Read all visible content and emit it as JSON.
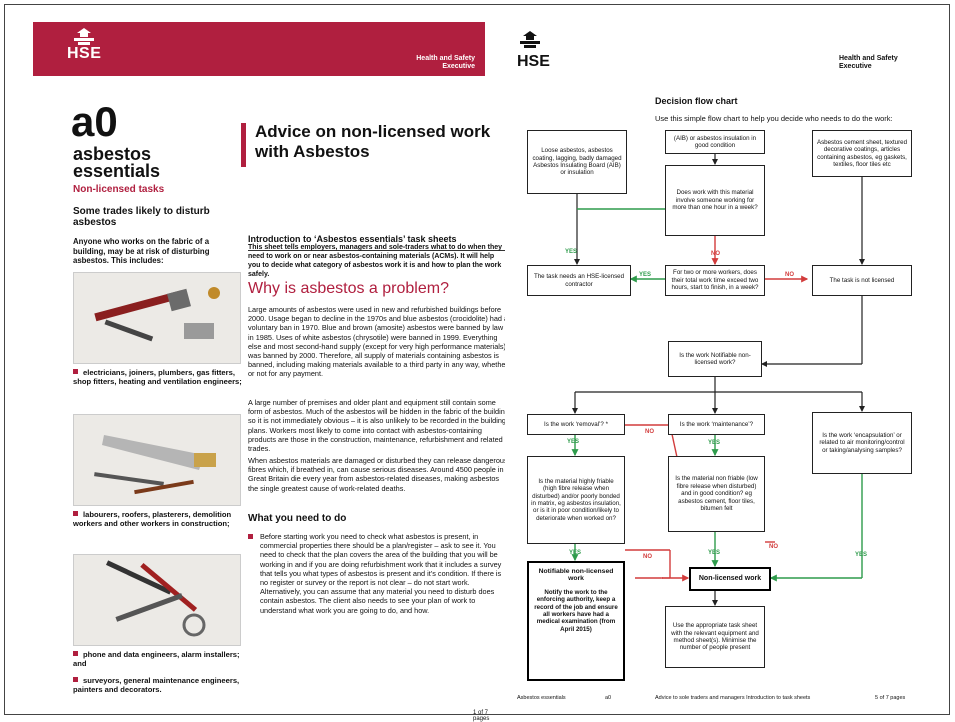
{
  "left": {
    "logo": "HSE",
    "org": "Health and Safety Executive",
    "code": "a0",
    "brand": [
      "asbestos",
      "essentials"
    ],
    "subtitle": "Non-licensed tasks",
    "trades_heading": "Some trades likely to disturb asbestos",
    "trades_intro": "Anyone who works on the fabric of a building, may be at risk of disturbing asbestos. This includes:",
    "captions": [
      "electricians, joiners, plumbers, gas fitters, shop fitters, heating and ventilation engineers;",
      "labourers, roofers, plasterers, demolition workers and other workers in construction;",
      "phone and data engineers, alarm installers; and",
      "surveyors, general maintenance engineers, painters and decorators."
    ],
    "title": "Advice on non-licensed work with Asbestos",
    "sub_heading": "Introduction to ‘Asbestos essentials’ task sheets",
    "intro": "This sheet tells employers, managers and sole-traders what to do when they need to work on or near asbestos-containing materials (ACMs). It will help you to decide what category of asbestos work it is and how to plan the work safely.",
    "why_heading": "Why is asbestos a problem?",
    "para1": "Large amounts of asbestos were used in new and refurbished buildings before 2000. Usage began to decline in the 1970s and blue asbestos (crocidolite) had a voluntary ban in 1970. Blue and brown (amosite) asbestos were banned by law in 1985. Uses of white asbestos (chrysotile) were banned in 1999. Everything else and most second-hand supply (except for very high performance materials) was banned by 2000. Therefore, all supply of materials containing asbestos is banned, including making materials available to a third party in any way, whether or not for any payment.",
    "para2": "A large number of premises and older plant and equipment still contain some form of asbestos. Much of the asbestos will be hidden in the fabric of the building so it is not immediately obvious – it is also unlikely to be recorded in the building plans. Workers most likely to come into contact with asbestos-containing products are those in the construction, maintenance, refurbishment and related trades.",
    "para3": "When asbestos materials are damaged or disturbed they can release dangerous fibres which, if breathed in, can cause serious diseases. Around 4500 people in Great Britain die every year from asbestos-related diseases, making asbestos the single greatest cause of work-related deaths.",
    "what_heading": "What you need to do",
    "step1": "Before starting work you need to check what asbestos is present, in commercial properties there should be a plan/register – ask to see it. You need to check that the plan covers the area of the building that you will be working in and if you are doing refurbishment work that it includes a survey that tells you what types of asbestos is present and it’s condition. If there is no register or survey or the report is not clear – do not start work. Alternatively, you can assume that any material you need to disturb does contain asbestos. The client also needs to see your plan of work to understand what work you are going to do, and how.",
    "page_num": "1 of 7 pages"
  },
  "right": {
    "logo": "HSE",
    "org": "Health and Safety Executive",
    "title": "Decision flow chart",
    "intro": "Use this simple flow chart to help you decide who needs to do the work:",
    "boxes": {
      "loose": "Loose asbestos, asbestos coating, lagging, badly damaged Asbestos Insulating Board (AIB) or insulation",
      "aib": "(AIB) or asbestos insulation in good condition",
      "cement": "Asbestos cement sheet, textured decorative coatings, articles containing asbestos, eg gaskets, textiles, floor tiles etc",
      "involve": "Does work with this material involve someone working for more than one hour in a week?",
      "licensed": "The task needs an HSE-licensed contractor",
      "two_hours": "For two or more workers, does their total work time exceed two hours, start to finish, in a week?",
      "not_licensed": "The task is not licensed",
      "notifiable_q": "Is the work Notifiable non-licensed work?",
      "removal": "Is the work ‘removal’? *",
      "maintenance": "Is the work ‘maintenance’?",
      "encapsulation": "Is the work ‘encapsulation’ or related to air monitoring/control or taking/analysing samples?",
      "friable": "Is the material highly friable (high fibre release when disturbed) and/or poorly bonded in matrix, eg asbestos insulation, or is it in poor condition/likely to deteriorate when worked on?",
      "nonfriable": "Is the material non friable (low fibre release when disturbed) and in good condition? eg asbestos cement, floor tiles, bitumen felt",
      "nnlw_title": "Notifiable non-licensed work",
      "nnlw_body": "Notify the work to the enforcing authority, keep a record of the job and ensure all workers have had a medical examination (from April 2015)",
      "nlw": "Non-licensed work",
      "task_sheet": "Use the appropriate task sheet with the relevant equipment and method sheet(s). Minimise the number of people present"
    },
    "labels": {
      "yes": "YES",
      "no": "NO"
    },
    "footer": {
      "left": "Asbestos essentials",
      "code": "a0",
      "middle": "Advice to sole traders and managers  Introduction to task sheets",
      "right": "5 of 7 pages"
    }
  },
  "colors": {
    "brand_red": "#b01f3f",
    "yes_green": "#2e9b4b",
    "no_red": "#d23c3c"
  }
}
